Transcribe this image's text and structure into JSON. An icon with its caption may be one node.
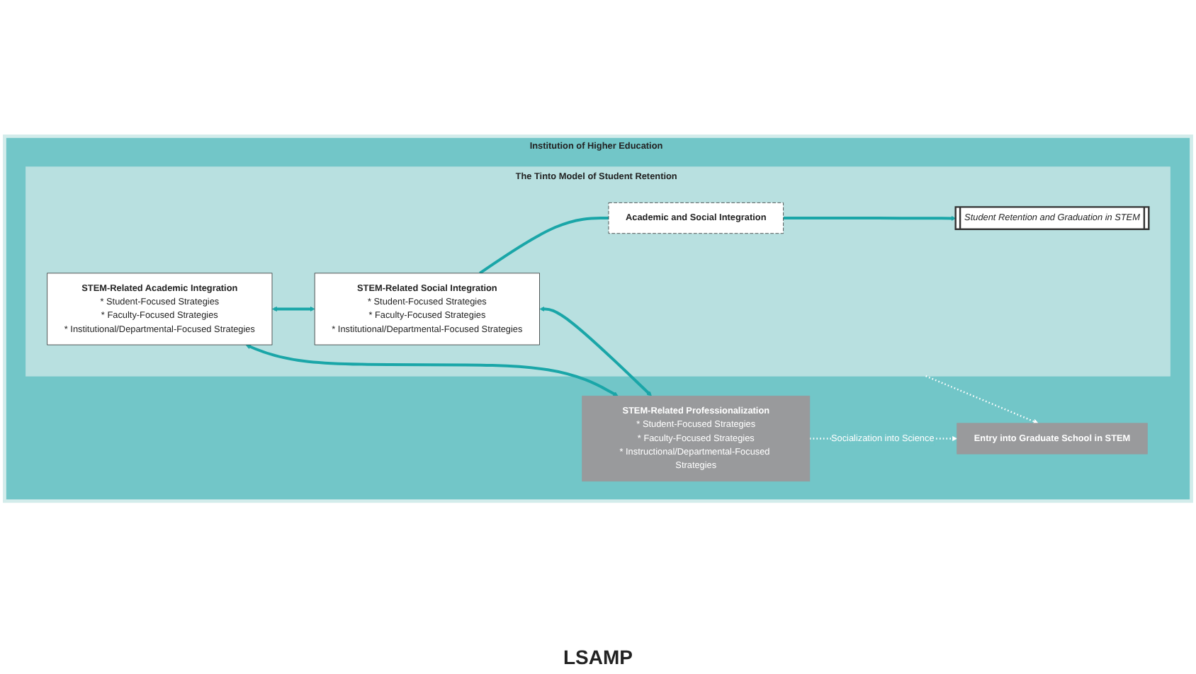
{
  "diagram": {
    "nodes": [
      {
        "text": [
          "Institution of Higher Education"
        ]
      },
      {
        "text": [
          "The Tinto Model of Student Retention"
        ],
        "in": 0
      },
      {
        "text": [
          "STEM-Related Academic Integration",
          "* Student-Focused Strategies",
          "* Faculty-Focused Strategies",
          "* Institutional/Departmental-Focused Strategies"
        ],
        "in": 1
      },
      {
        "text": [
          "STEM-Related Social Integration",
          "* Student-Focused Strategies",
          "* Faculty-Focused Strategies",
          "* Institutional/Departmental-Focused Strategies"
        ],
        "in": 1
      },
      {
        "text": [
          "Academic and Social Integration"
        ],
        "in": 1
      },
      {
        "text": [
          "Student Retention and Graduation in STEM"
        ],
        "in": 1
      },
      {
        "text": [
          "STEM-Related Professionalization",
          "* Student-Focused Strategies",
          "* Faculty-Focused Strategies",
          "* Instructional/Departmental-Focused Strategies"
        ],
        "in": 0
      },
      {
        "text": [
          "Entry into Graduate School in STEM"
        ],
        "in": 0
      }
    ],
    "edges": [
      {
        "from": 2,
        "to": 3,
        "arrow": "both"
      },
      {
        "from": 3,
        "to": 4,
        "arrow": "none"
      },
      {
        "from": 4,
        "to": 5,
        "arrow": "to"
      },
      {
        "from": 2,
        "to": 6,
        "arrow": "both"
      },
      {
        "from": 3,
        "to": 6,
        "arrow": "both"
      },
      {
        "from": 1,
        "to": 7,
        "arrow": "to",
        "style": "dashed",
        "color": "#ffffff"
      },
      {
        "from": 6,
        "to": 7,
        "arrow": "to",
        "label": "Socialization into Science",
        "style": "dashed",
        "color": "#ffffff"
      }
    ],
    "labels": [
      "LSAMP"
    ]
  }
}
